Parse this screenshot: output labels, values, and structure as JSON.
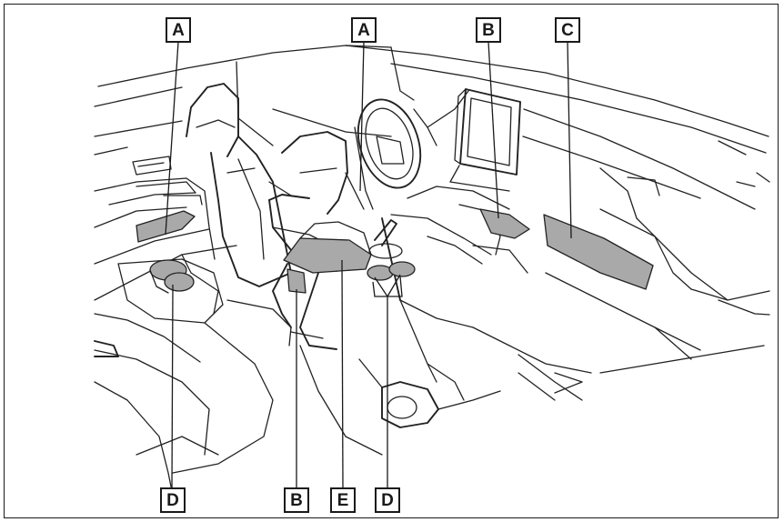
{
  "labels": {
    "a_left": "A",
    "a_center": "A",
    "b_top": "B",
    "c_top": "C",
    "d_bottom_left": "D",
    "b_bottom": "B",
    "e_bottom": "E",
    "d_bottom_right": "D"
  },
  "colors": {
    "storage_fill": "#a9a9a9",
    "line": "#222222",
    "background": "#ffffff"
  }
}
